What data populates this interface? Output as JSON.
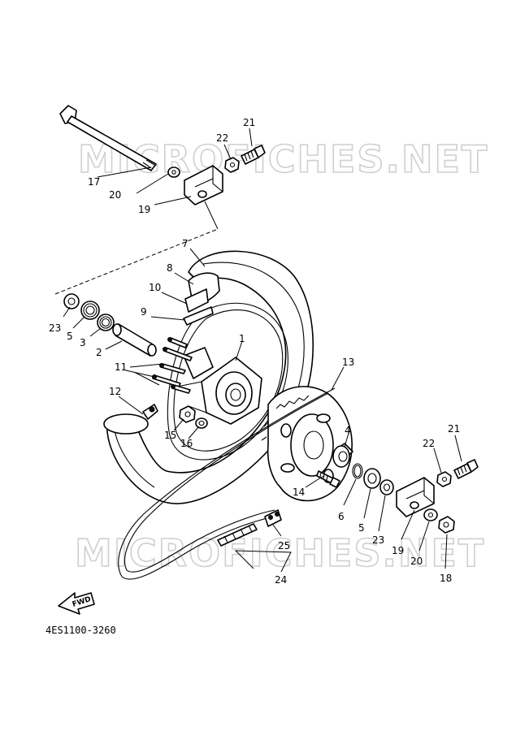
{
  "watermark": "MICROFICHES.NET",
  "diagram_code": "4ES1100-3260",
  "fwd_label": "FWD",
  "callouts": {
    "p1": "1",
    "p2": "2",
    "p3": "3",
    "p4": "4",
    "p5a": "5",
    "p5b": "5",
    "p6": "6",
    "p7": "7",
    "p8": "8",
    "p9": "9",
    "p10": "10",
    "p11": "11",
    "p12": "12",
    "p13": "13",
    "p14": "14",
    "p15": "15",
    "p16": "16",
    "p17": "17",
    "p18": "18",
    "p19a": "19",
    "p19b": "19",
    "p20a": "20",
    "p20b": "20",
    "p21a": "21",
    "p21b": "21",
    "p22a": "22",
    "p22b": "22",
    "p23a": "23",
    "p23b": "23",
    "p24": "24",
    "p25": "25"
  }
}
